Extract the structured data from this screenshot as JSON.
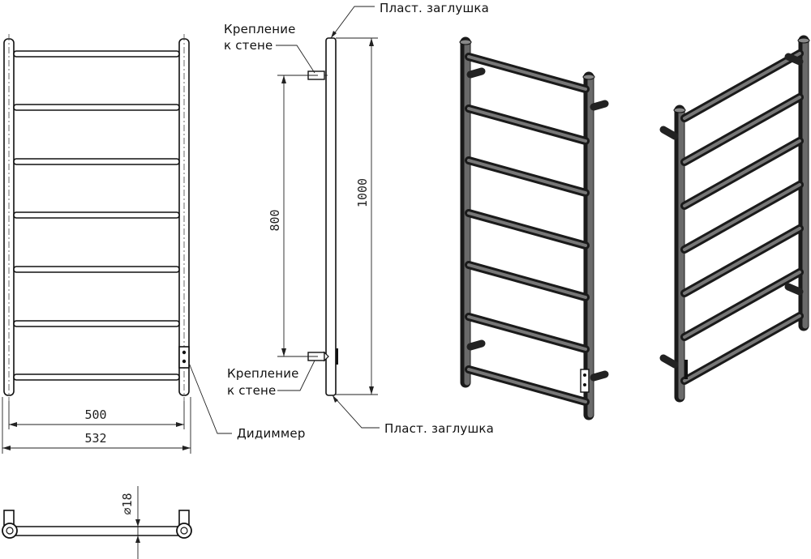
{
  "labels": {
    "cap_top": "Пласт. заглушка",
    "cap_bottom": "Пласт. заглушка",
    "mount_top_line1": "Крепление",
    "mount_top_line2": "к стене",
    "mount_bottom_line1": "Крепление",
    "mount_bottom_line2": "к стене",
    "dimmer": "Дидиммер"
  },
  "dimensions": {
    "inner_width": "500",
    "outer_width": "532",
    "mount_spacing": "800",
    "height": "1000",
    "diameter": "⌀18"
  }
}
